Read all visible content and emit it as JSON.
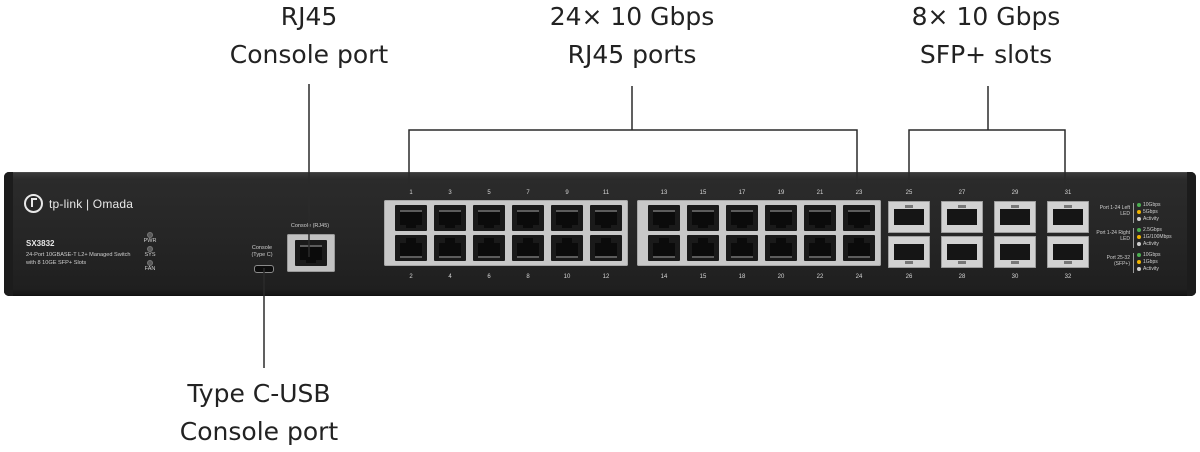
{
  "callouts": {
    "rj45_console": [
      "RJ45",
      "Console port"
    ],
    "rj45_ports": [
      "24× 10 Gbps",
      "RJ45 ports"
    ],
    "sfp_slots": [
      "8× 10 Gbps",
      "SFP+ slots"
    ],
    "usb_console": [
      "Type C-USB",
      "Console port"
    ]
  },
  "switch": {
    "brand": "tp-link | Omada",
    "model": "SX3832",
    "description": "24-Port 10GBASE-T L2+ Managed Switch with 8 10GE SFP+ Slots",
    "leds": [
      "PWR",
      "SYS",
      "FAN"
    ],
    "usbc_label": "Console (Type C)",
    "rj45_console_label": "Console (RJ45)",
    "rj45_top_numbers": [
      "1",
      "3",
      "5",
      "7",
      "9",
      "11",
      "13",
      "15",
      "17",
      "19",
      "21",
      "23"
    ],
    "rj45_bottom_numbers": [
      "2",
      "4",
      "6",
      "8",
      "10",
      "12",
      "14",
      "15",
      "18",
      "20",
      "22",
      "24"
    ],
    "sfp_top_numbers": [
      "25",
      "27",
      "29",
      "31"
    ],
    "sfp_bottom_numbers": [
      "26",
      "28",
      "30",
      "32"
    ],
    "legend": [
      {
        "title": "Port 1-24 Left LED",
        "items": [
          {
            "text": "10Gbps",
            "color": "#4caf50"
          },
          {
            "text": "5Gbps",
            "color": "#f0b400"
          },
          {
            "text": "Activity",
            "color": "#cfcfcf"
          }
        ]
      },
      {
        "title": "Port 1-24 Right LED",
        "items": [
          {
            "text": "2.5Gbps",
            "color": "#4caf50"
          },
          {
            "text": "1G/100Mbps",
            "color": "#f0b400"
          },
          {
            "text": "Activity",
            "color": "#cfcfcf"
          }
        ]
      },
      {
        "title": "Port 25-32 (SFP+)",
        "items": [
          {
            "text": "10Gbps",
            "color": "#4caf50"
          },
          {
            "text": "1Gbps",
            "color": "#f0b400"
          },
          {
            "text": "Activity",
            "color": "#cfcfcf"
          }
        ]
      }
    ]
  }
}
